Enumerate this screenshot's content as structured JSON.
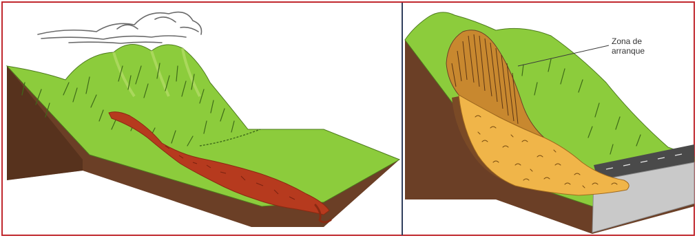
{
  "figure": {
    "panels": [
      {
        "id": "left",
        "subject": "earthflow-down-valley"
      },
      {
        "id": "right",
        "subject": "slope-failure-with-scarp",
        "annotation": {
          "line1": "Zona de",
          "line2": "arranque"
        }
      }
    ],
    "colors": {
      "frame": "#c0272d",
      "divider": "#2f3e5c",
      "grass": "#8ccc3c",
      "grass_light": "#b6dd6a",
      "soil": "#6b3f26",
      "soil_dark": "#4a2a18",
      "flow": "#b63a1e",
      "flow_dark": "#8a2a12",
      "landslide": "#f0b549",
      "scarp": "#c8882f",
      "road": "#4a4a4a",
      "road_edge": "#c9c9c9"
    }
  }
}
